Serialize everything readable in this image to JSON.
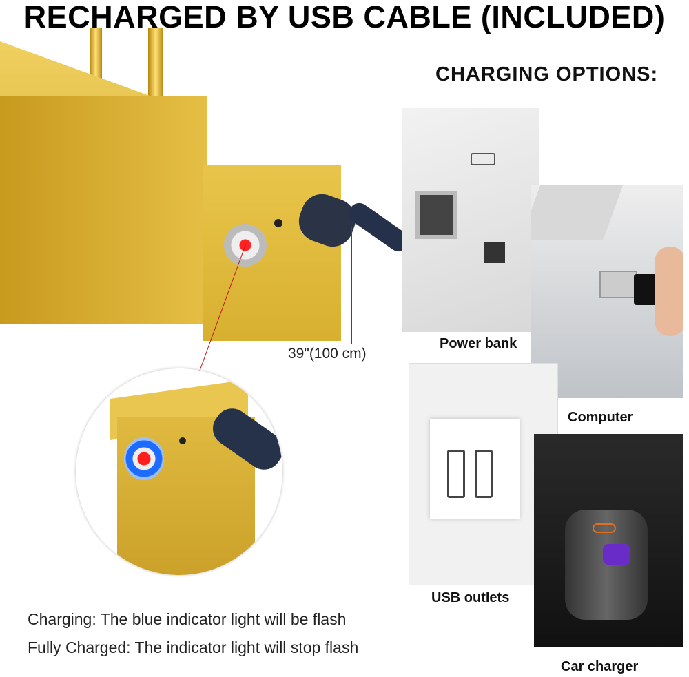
{
  "title": "RECHARGED BY USB CABLE (INCLUDED)",
  "subtitle": "CHARGING OPTIONS:",
  "cable_length": "39\"(100 cm)",
  "options": [
    {
      "label": "Power bank"
    },
    {
      "label": "Computer"
    },
    {
      "label": "USB outlets"
    },
    {
      "label": "Car charger"
    }
  ],
  "notes": [
    "Charging: The blue indicator light will be flash",
    "Fully Charged: The indicator light will stop flash"
  ],
  "colors": {
    "gold": "#d4a824",
    "indicator": "#1e6cff",
    "callout": "#c0141c"
  }
}
